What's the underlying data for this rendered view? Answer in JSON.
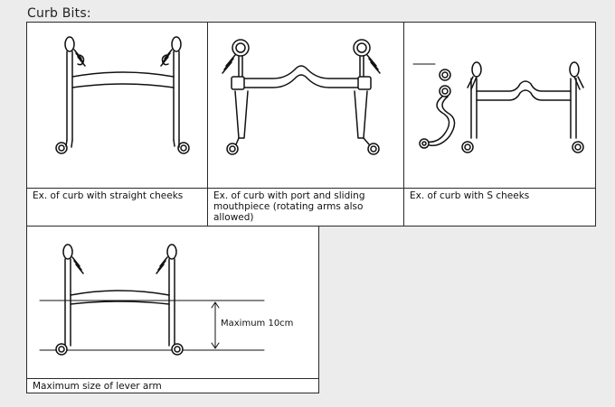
{
  "title": "Curb Bits:",
  "panels": [
    {
      "caption": "Ex. of curb with straight cheeks"
    },
    {
      "caption": "Ex. of curb with port and sliding mouthpiece (rotating arms also allowed)"
    },
    {
      "caption": "Ex. of curb with S cheeks"
    },
    {
      "caption": "Maximum size of lever arm"
    }
  ],
  "measurement": {
    "label": "Maximum 10cm"
  }
}
